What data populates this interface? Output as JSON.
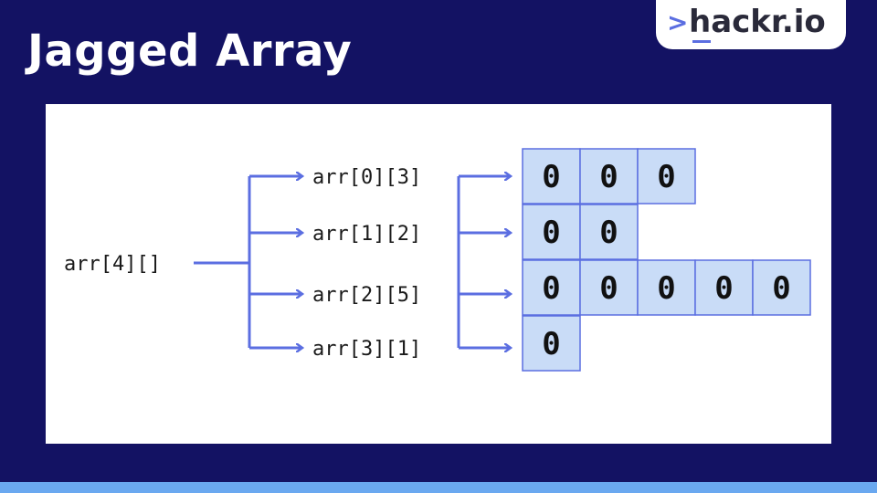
{
  "title": "Jagged Array",
  "logo": {
    "caret": ">",
    "text": "hackr.io"
  },
  "diagram": {
    "root_label": "arr[4][]",
    "rows": [
      {
        "label": "arr[0][3]",
        "cells": [
          "0",
          "0",
          "0"
        ]
      },
      {
        "label": "arr[1][2]",
        "cells": [
          "0",
          "0"
        ]
      },
      {
        "label": "arr[2][5]",
        "cells": [
          "0",
          "0",
          "0",
          "0",
          "0"
        ]
      },
      {
        "label": "arr[3][1]",
        "cells": [
          "0"
        ]
      }
    ]
  },
  "colors": {
    "background": "#131263",
    "arrow": "#5b6ee1",
    "cell_fill": "#c9dcf7",
    "cell_border": "#5b6ee1"
  }
}
